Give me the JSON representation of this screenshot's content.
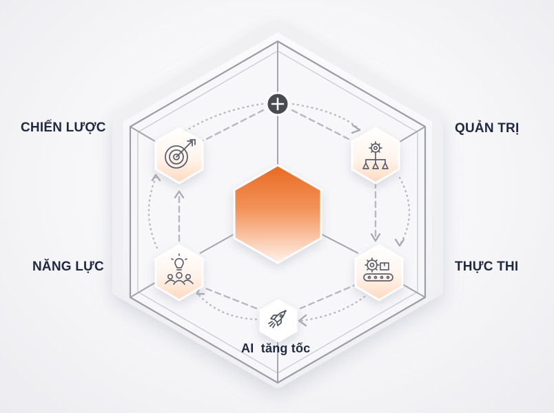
{
  "labels": {
    "strategy": "CHIẾN LƯỢC",
    "governance": "QUẢN TRỊ",
    "capability": "NĂNG LỰC",
    "execution": "THỰC THI",
    "ai_boost": "AI  tăng tốc"
  },
  "hub_symbol": "+",
  "icons": {
    "strategy": "target-arrow-icon",
    "governance": "gear-org-chart-icon",
    "capability": "lightbulb-team-icon",
    "execution": "gear-conveyor-icon",
    "ai_boost": "rocket-icon",
    "hub": "plus-icon"
  },
  "colors": {
    "accent": "#ef7a3a",
    "accent_light": "#ffe6d4",
    "text": "#1e2840",
    "line": "#9a9ca6",
    "dash": "#b6b8c0",
    "hub": "#4a4a52"
  }
}
